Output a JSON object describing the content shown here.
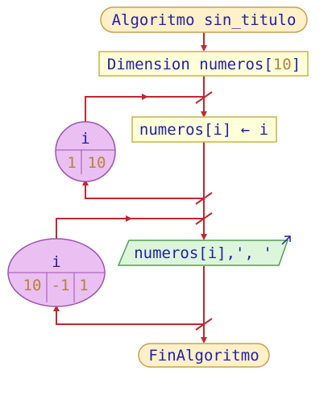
{
  "start": {
    "keyword": "Algoritmo",
    "name": "sin_titulo"
  },
  "dimension": {
    "keyword": "Dimension",
    "array": "numeros",
    "size": "10"
  },
  "loop1": {
    "var": "i",
    "from": "1",
    "to": "10",
    "assignment": {
      "target": "numeros[i]",
      "arrow": "←",
      "value": "i"
    }
  },
  "loop2": {
    "var": "i",
    "from": "10",
    "step": "-1",
    "to": "1",
    "output": {
      "expr": "numeros[i],', '"
    }
  },
  "end": {
    "keyword": "FinAlgoritmo"
  },
  "colors": {
    "line": "#c0282d",
    "terminal_fill": "#fff0c8",
    "terminal_stroke": "#c8a050",
    "process_fill": "#ffffd8",
    "process_stroke": "#c8b050",
    "loop_fill": "#eac0f2",
    "loop_stroke": "#a050b0",
    "io_fill": "#dcf6dc",
    "io_stroke": "#50a050",
    "text": "#1f1fa8",
    "number": "#b8823a"
  }
}
